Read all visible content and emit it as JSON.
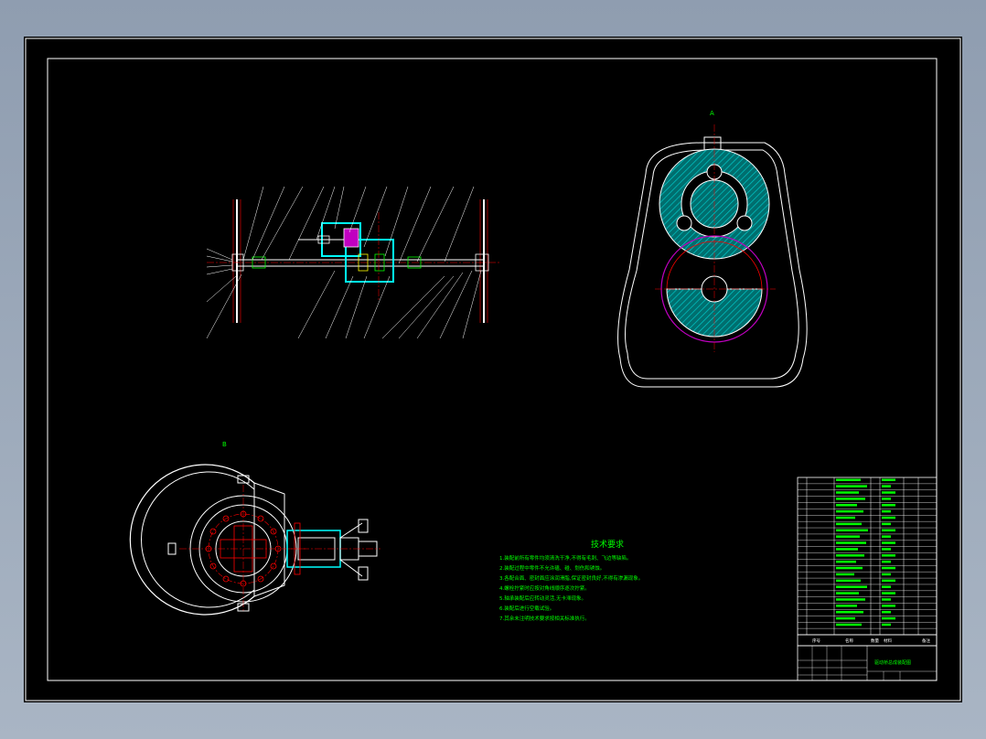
{
  "colors": {
    "background": "#000000",
    "line_white": "#ffffff",
    "line_cyan": "#00ffff",
    "line_red": "#ff0000",
    "line_green": "#00ff00",
    "line_magenta": "#ff00ff",
    "line_yellow": "#ffff00"
  },
  "views": {
    "top_right_label": "A",
    "bottom_left_label": "B"
  },
  "technical_requirements": {
    "title": "技术要求",
    "lines": [
      "1.装配前所有零件均须清洗干净,不得有毛刺、飞边等缺陷。",
      "2.装配过程中零件不允许磕、碰、划伤和锈蚀。",
      "3.各配合面、密封面应涂润滑脂,保证密封良好,不得有渗漏现象。",
      "4.螺栓拧紧时应按对角线顺序逐次拧紧。",
      "5.轴承装配后应转动灵活,无卡滞现象。",
      "6.装配后进行空载试验。",
      "7.其余未注明技术要求按相关标准执行。"
    ]
  },
  "title_block": {
    "drawing_title": "驱动桥总成装配图",
    "header_seq": "序号",
    "header_name": "名称",
    "header_qty": "数量",
    "header_material": "材料",
    "header_remark": "备注"
  }
}
